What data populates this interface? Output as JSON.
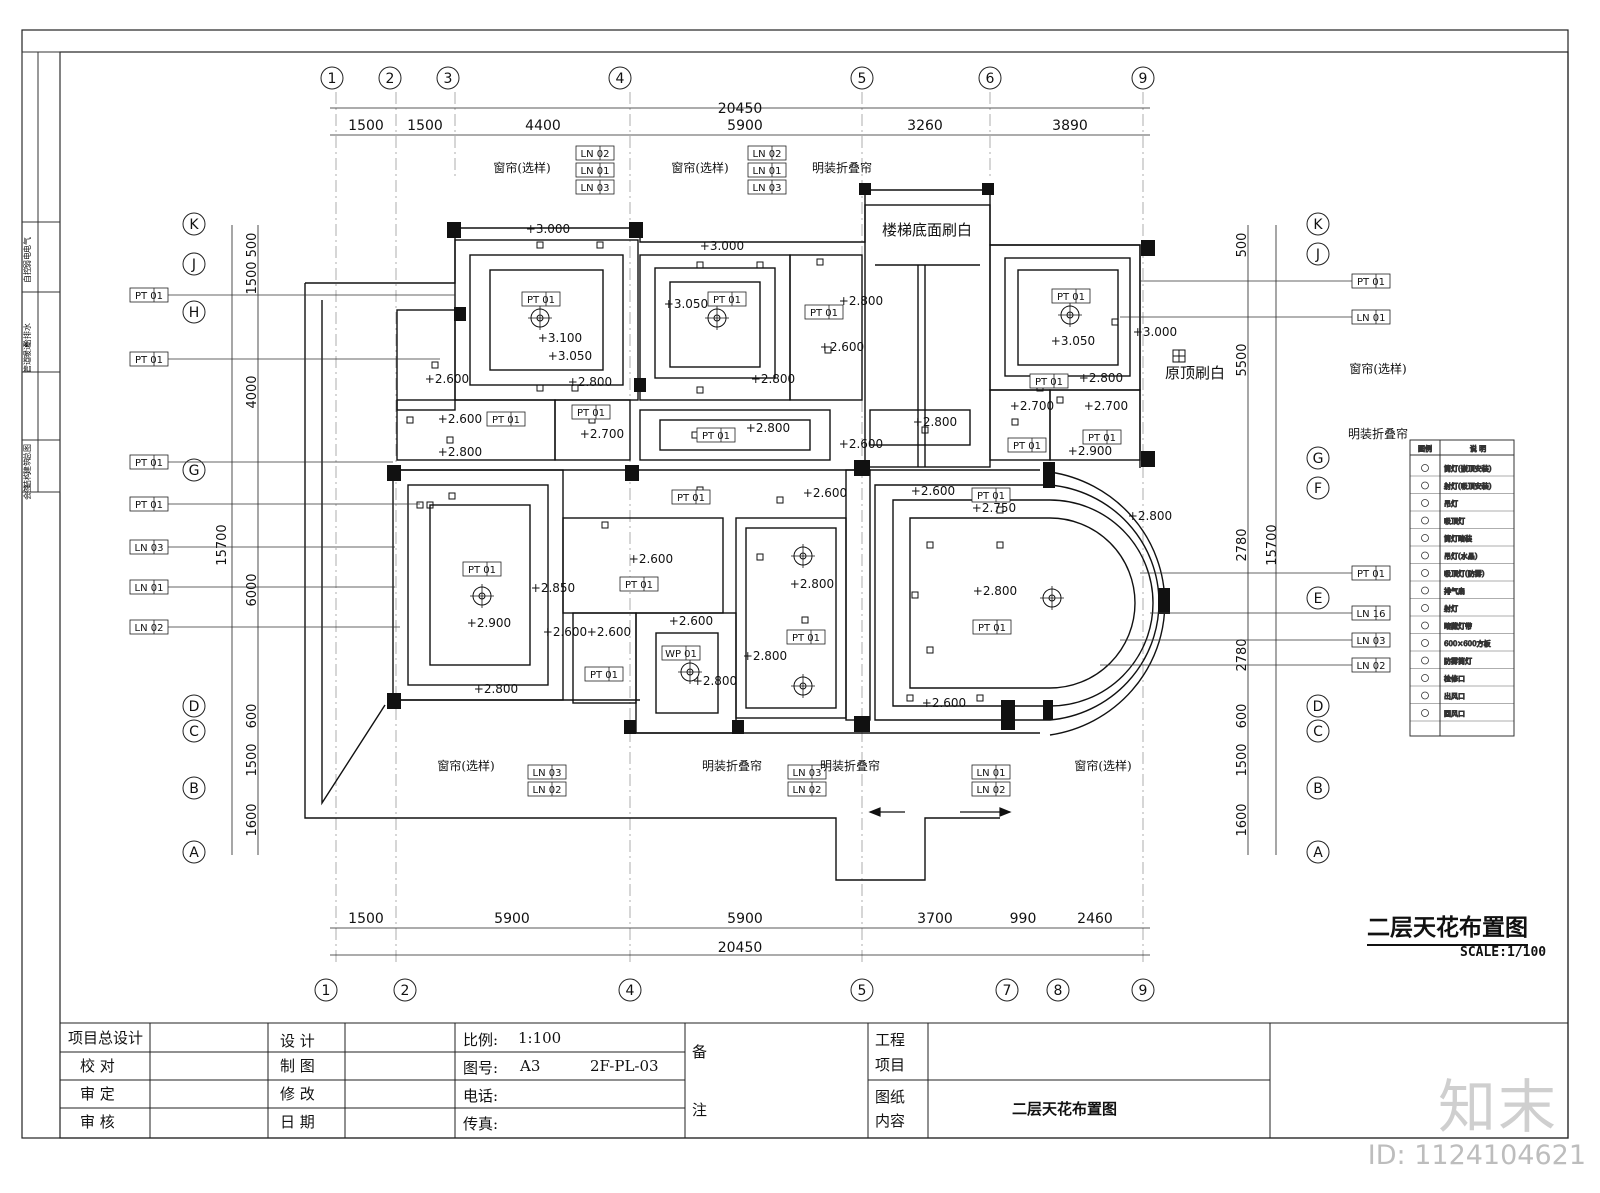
{
  "drawing": {
    "title": "二层天花布置图",
    "scale": "SCALE:1/100",
    "brand": "知末",
    "id_tag": "ID: 1124104621"
  },
  "axes_top": [
    "1",
    "2",
    "3",
    "4",
    "5",
    "6",
    "9"
  ],
  "axes_bottom": [
    "1",
    "2",
    "4",
    "5",
    "7",
    "8",
    "9"
  ],
  "axes_rows": [
    "K",
    "J",
    "H",
    "G",
    "D",
    "C",
    "B",
    "A"
  ],
  "axes_rows_right": [
    "K",
    "J",
    "G",
    "F",
    "E",
    "D",
    "C",
    "B",
    "A"
  ],
  "dims_top": [
    "1500",
    "1500",
    "4400",
    "5900",
    "3260",
    "3890"
  ],
  "dims_top_total": "20450",
  "dims_bottom": [
    "1500",
    "5900",
    "5900",
    "3700",
    "990",
    "2460"
  ],
  "dims_bottom_total": "20450",
  "dims_left": [
    "500",
    "1500",
    "4000",
    "6000",
    "600",
    "1500",
    "1600"
  ],
  "dims_left_total": "15700",
  "dims_right": [
    "500",
    "5500",
    "2780",
    "2780",
    "600",
    "1500",
    "1600"
  ],
  "dims_right_total": "15700",
  "side_stamp": [
    "电气",
    "弱电",
    "自控",
    "给排水",
    "暖通",
    "管道",
    "总图",
    "建筑",
    "结构",
    "会签"
  ],
  "room_labels": {
    "stair": "楼梯底面刷白",
    "roof": "原顶刷白"
  },
  "tags": {
    "pt01": "PT 01",
    "ln01": "LN 01",
    "ln02": "LN 02",
    "ln03": "LN 03",
    "ln16": "LN 16",
    "wp01": "WP 01"
  },
  "notes": {
    "curtain": "窗帘(选样)",
    "fold_curtain": "明装折叠帘"
  },
  "levels": [
    "+3.000",
    "+3.100",
    "+3.050",
    "+2.600",
    "+2.800",
    "+2.700",
    "+2.900",
    "+2.850",
    "+2.750"
  ],
  "legend": {
    "head": [
      "图例",
      "说 明"
    ],
    "items": [
      "筒灯(嵌顶安装)",
      "射灯(吸顶安装)",
      "吊灯",
      "吸顶灯",
      "筒灯暗装",
      "吊灯(水晶)",
      "吸顶灯(防雾)",
      "排气扇",
      "射灯",
      "暗藏灯带",
      "600×600方板",
      "防雾筒灯",
      "检修口",
      "出风口",
      "回风口"
    ]
  },
  "titleblock": {
    "r1": [
      "项目总设计",
      "设 计",
      "比例:",
      "1:100",
      "工程"
    ],
    "r2": [
      "校 对",
      "制 图",
      "图号:",
      "A3",
      "2F-PL-03",
      "项目"
    ],
    "r3": [
      "审 定",
      "修 改",
      "电话:",
      "图纸"
    ],
    "r4": [
      "审 核",
      "日 期",
      "传真:",
      "内容"
    ],
    "note1": "备",
    "note2": "注",
    "content": "二层天花布置图"
  }
}
